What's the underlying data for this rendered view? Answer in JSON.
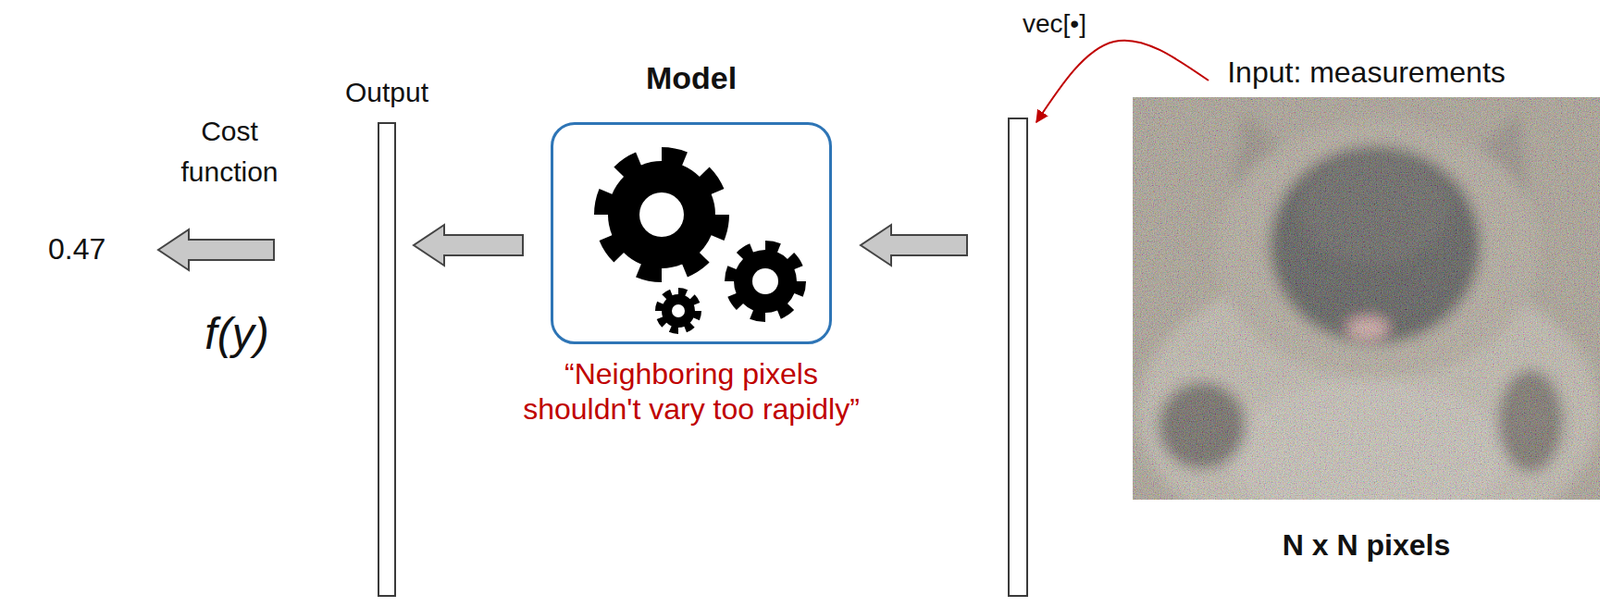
{
  "diagram": {
    "nodes": [
      {
        "text": [
          "Output"
        ]
      },
      {
        "text": [
          "Model",
          "“Neighboring pixels shouldn't vary too rapidly”"
        ]
      },
      {
        "text": [
          "vec[•]"
        ]
      },
      {
        "text": [
          "Input: measurements",
          "N x N pixels"
        ]
      }
    ],
    "edges": [
      {
        "from": 2,
        "to": 1,
        "arrow": "to"
      },
      {
        "from": 1,
        "to": 0,
        "arrow": "to"
      },
      {
        "from": 3,
        "to": 2,
        "arrow": "to"
      }
    ],
    "labels": [
      "Cost function",
      "0.47",
      "f(y)"
    ]
  }
}
